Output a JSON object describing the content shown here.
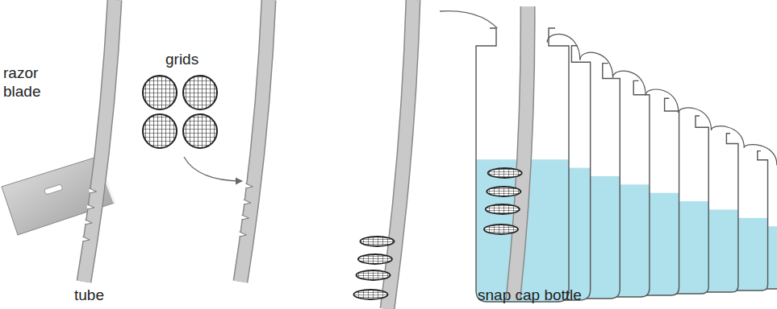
{
  "diagram": {
    "labels": [
      "razor blade",
      "grids",
      "tube",
      "snap cap bottle"
    ]
  }
}
